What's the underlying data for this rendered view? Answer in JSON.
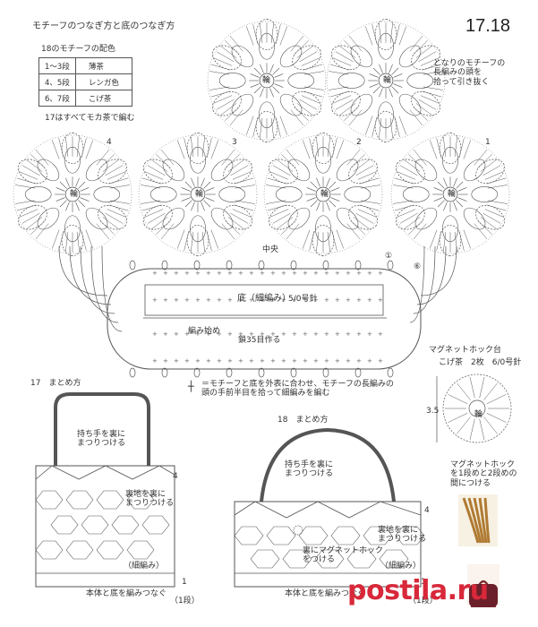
{
  "header": {
    "title": "モチーフのつなぎ方と底のつなぎ方",
    "pattern_number": "17.18"
  },
  "color_table": {
    "caption": "18のモチーフの配色",
    "rows": [
      {
        "rounds": "1〜3段",
        "color": "薄茶"
      },
      {
        "rounds": "4、5段",
        "color": "レンガ色"
      },
      {
        "rounds": "6、7段",
        "color": "こげ茶"
      }
    ],
    "note": "17はすべてモカ茶で編む"
  },
  "motif": {
    "center_label": "輪",
    "numbers": [
      "1",
      "2",
      "3",
      "4"
    ],
    "side_note": "となりのモチーフの\n長編みの頭を\n拾って引き抜く"
  },
  "base": {
    "title": "底（細編み）",
    "needle": "5/0号針",
    "center_label": "中央",
    "start_label": "編み始め",
    "chain_label": "鎖35目作る",
    "mark_1": "①",
    "mark_6": "⑥",
    "legend": "＝モチーフと底を外表に合わせ、モチーフの長編みの\n頭の手前半目を拾って細編みを編む",
    "legend_symbol": "┼"
  },
  "clasp": {
    "title": "マグネットホック台",
    "spec": "こげ茶　2枚　6/0号針",
    "center_label": "輪",
    "size": "3.5",
    "note": "マグネットホック\nを1段めと2段めの\n間につける"
  },
  "assembly_17": {
    "title": "17　まとめ方",
    "handle_note": "持ち手を裏に\nまつりつける",
    "lining_note": "裏地を裏に\nまつりつける",
    "num_4": "4",
    "base_label": "（細編み）",
    "join_note": "本体と底を編みつなぐ",
    "round_1": "1",
    "round_1_unit": "（1段）"
  },
  "assembly_18": {
    "title": "18　まとめ方",
    "handle_note": "持ち手を裏に\nまつりつける",
    "lining_note": "裏地を裏に\nまつりつける",
    "magnet_note": "裏にマグネットホック\nをつける",
    "num_4": "4",
    "base_label": "（細編み）",
    "join_note": "本体と底を編みつなぐ",
    "round_1": "1",
    "round_1_unit": "（1段）"
  },
  "watermark": {
    "text": "postila.ru"
  },
  "colors": {
    "line": "#555555",
    "watermark_red": "#d8283a",
    "photo_brown": "#b07b33"
  }
}
